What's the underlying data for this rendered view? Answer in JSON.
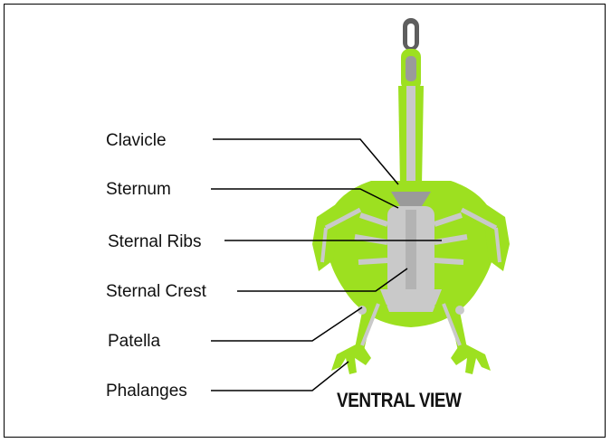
{
  "diagram": {
    "caption": "VENTRAL VIEW",
    "labels": [
      "Clavicle",
      "Sternum",
      "Sternal Ribs",
      "Sternal Crest",
      "Patella",
      "Phalanges"
    ]
  },
  "colors": {
    "body_green": "#9de020",
    "bone_gray": "#c9c9c9",
    "bone_dark": "#9a9a9a",
    "beak": "#6b6b6b",
    "line": "#000000"
  }
}
